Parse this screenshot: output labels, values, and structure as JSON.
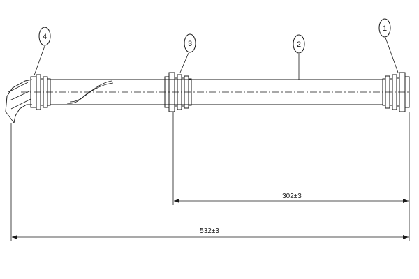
{
  "callouts": {
    "c1": "1",
    "c2": "2",
    "c3": "3",
    "c4": "4"
  },
  "dimensions": {
    "partial": "302±3",
    "overall": "532±3"
  },
  "colors": {
    "line": "#1a1a1a",
    "background": "#ffffff"
  }
}
